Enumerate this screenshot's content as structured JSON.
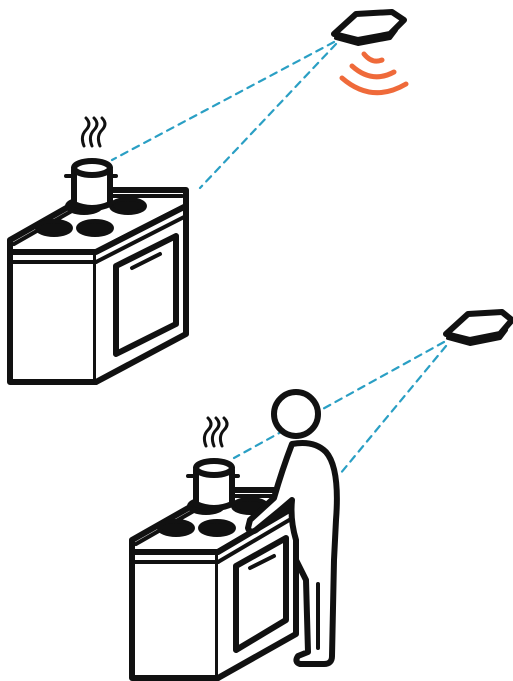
{
  "diagram": {
    "scenes": [
      {
        "id": "unattended",
        "sensor_state": "alarm",
        "person_present": false
      },
      {
        "id": "attended",
        "sensor_state": "idle",
        "person_present": true
      }
    ]
  },
  "colors": {
    "ink": "#111111",
    "sensor_sight_line": "#2a9fc4",
    "alert_wave": "#ef6a3a",
    "background": "#ffffff"
  },
  "icons": [
    "ceiling-sensor-icon",
    "alert-signal-icon",
    "stove-icon",
    "cooking-pot-icon",
    "steam-icon",
    "person-icon"
  ]
}
